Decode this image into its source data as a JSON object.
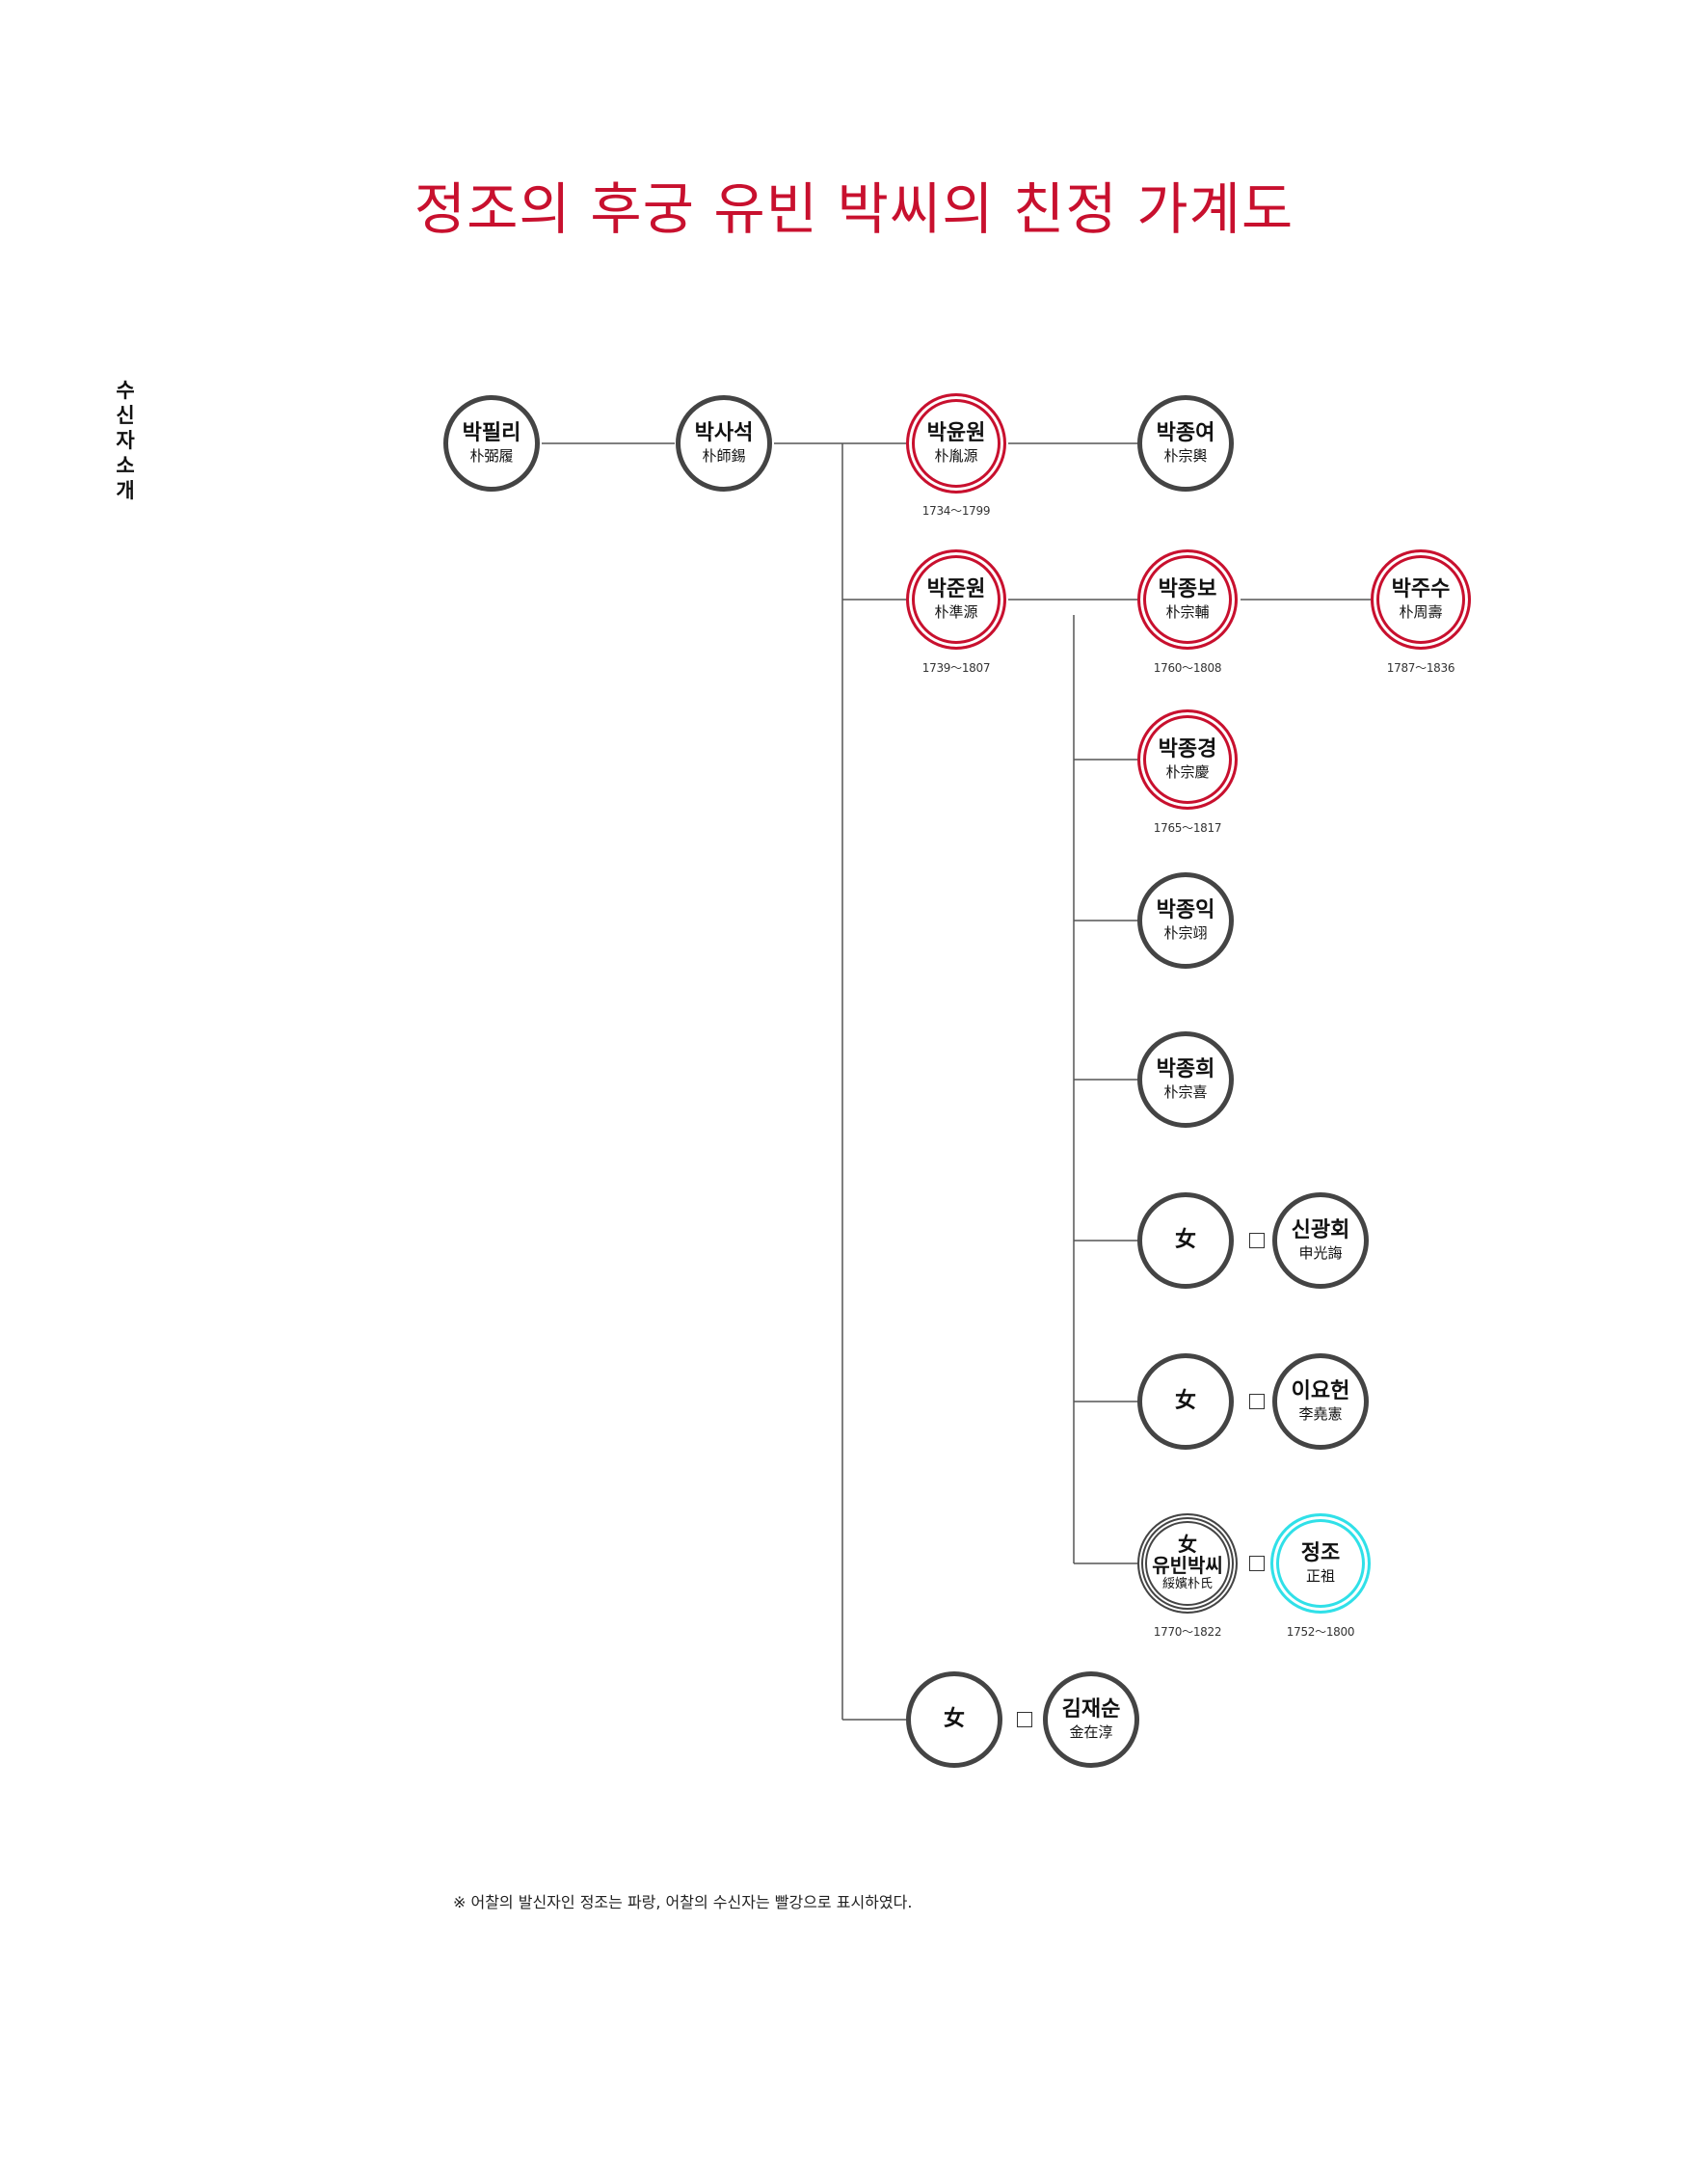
{
  "title": "정조의 후궁 유빈 박씨의 친정 가계도",
  "side_label": "수신자 소개",
  "colors": {
    "title": "#c8102e",
    "recipient_ring": "#c8102e",
    "sender_ring": "#30e0e8",
    "plain_ring": "#444444",
    "line": "#555555"
  },
  "nodes": {
    "pilli": {
      "kor": "박필리",
      "han": "朴弼履"
    },
    "saseok": {
      "kor": "박사석",
      "han": "朴師錫"
    },
    "yunwon": {
      "kor": "박윤원",
      "han": "朴胤源",
      "years": "1734～1799"
    },
    "jongyeo": {
      "kor": "박종여",
      "han": "朴宗輿"
    },
    "junwon": {
      "kor": "박준원",
      "han": "朴準源",
      "years": "1739～1807"
    },
    "jongbo": {
      "kor": "박종보",
      "han": "朴宗輔",
      "years": "1760～1808"
    },
    "jusu": {
      "kor": "박주수",
      "han": "朴周壽",
      "years": "1787～1836"
    },
    "jonggyeong": {
      "kor": "박종경",
      "han": "朴宗慶",
      "years": "1765～1817"
    },
    "jongik": {
      "kor": "박종익",
      "han": "朴宗翊"
    },
    "jonghui": {
      "kor": "박종희",
      "han": "朴宗喜"
    },
    "daughter1": {
      "kor": "女"
    },
    "singwanghoe": {
      "kor": "신광회",
      "han": "申光誨"
    },
    "daughter2": {
      "kor": "女"
    },
    "iyoheon": {
      "kor": "이요헌",
      "han": "李堯憲"
    },
    "yubin": {
      "kor_top": "女",
      "kor": "유빈박씨",
      "han": "綏嬪朴氏",
      "years": "1770～1822"
    },
    "jeongjo": {
      "kor": "정조",
      "han": "正祖",
      "years": "1752～1800"
    },
    "daughter3": {
      "kor": "女"
    },
    "gimjaesun": {
      "kor": "김재순",
      "han": "金在淳"
    }
  },
  "footnote": "※ 어찰의 발신자인 정조는 파랑, 어찰의 수신자는 빨강으로 표시하였다."
}
